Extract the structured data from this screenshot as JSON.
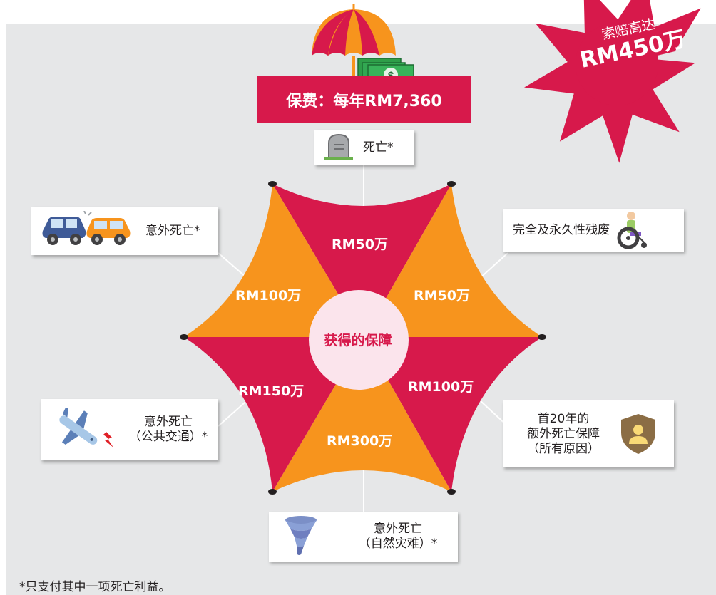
{
  "claim_badge": {
    "line1": "索赔高达",
    "line2": "RM450万"
  },
  "premium": {
    "label": "保费：每年RM7,360"
  },
  "center": {
    "label": "获得的保障"
  },
  "segments": {
    "top": "RM50万",
    "upper_right": "RM50万",
    "lower_right": "RM100万",
    "bottom": "RM300万",
    "lower_left": "RM150万",
    "upper_left": "RM100万"
  },
  "cards": {
    "death": "死亡*",
    "tpd": "完全及永久性残废",
    "extra_death": [
      "首20年的",
      "额外死亡保障",
      "（所有原因）"
    ],
    "natural_disaster": [
      "意外死亡",
      "（自然灾难）*"
    ],
    "public_transport": [
      "意外死亡",
      "（公共交通）*"
    ],
    "accidental_death": "意外死亡*"
  },
  "icons": {
    "tombstone": "tombstone-icon",
    "wheelchair": "wheelchair-icon",
    "shield": "shield-person-icon",
    "tornado": "tornado-icon",
    "plane_crash": "plane-crash-icon",
    "car_crash": "car-crash-icon",
    "umbrella": "umbrella-icon",
    "money": "money-icon"
  },
  "colors": {
    "crimson": "#d7194b",
    "orange": "#f7941d",
    "panel": "#e6e7e8"
  },
  "footnote": "*只支付其中一项死亡利益。"
}
